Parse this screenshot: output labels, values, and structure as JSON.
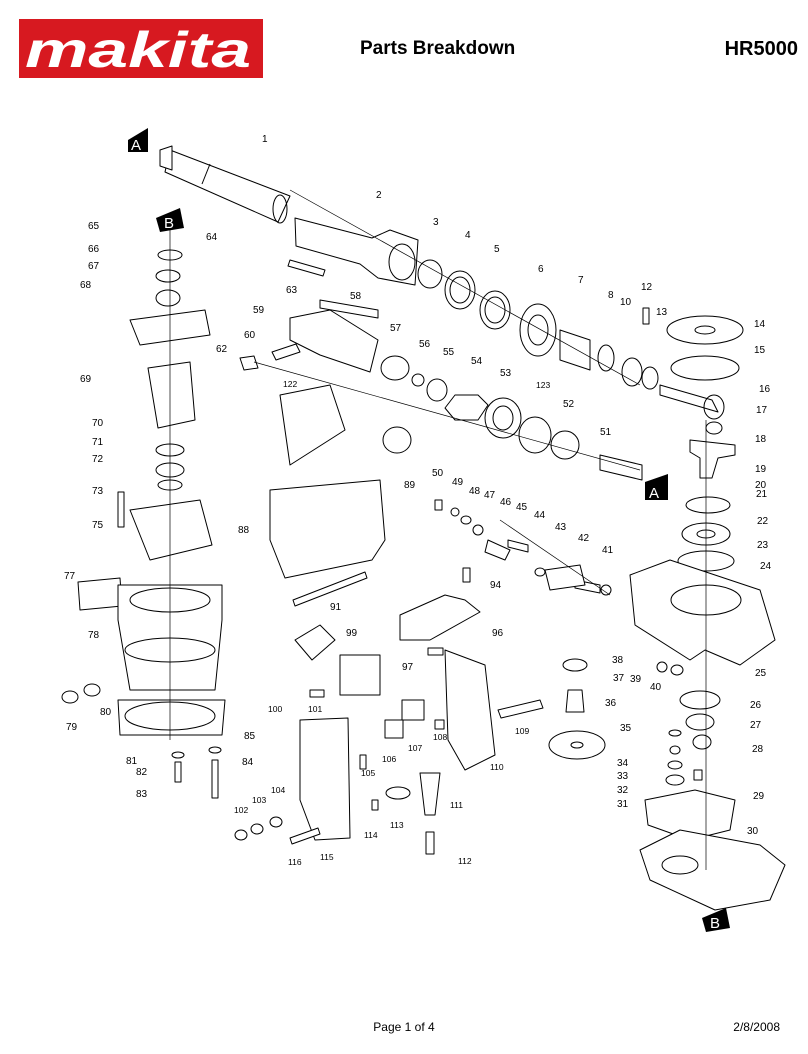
{
  "header": {
    "brand": "makita",
    "title": "Parts Breakdown",
    "model": "HR5000"
  },
  "brand_color": "#d71920",
  "footer": {
    "page": "Page 1 of 4",
    "date": "2/8/2008"
  },
  "markers": [
    "A",
    "B"
  ],
  "parts": [
    "1",
    "2",
    "3",
    "4",
    "5",
    "6",
    "7",
    "8",
    "10",
    "12",
    "13",
    "14",
    "15",
    "16",
    "17",
    "18",
    "19",
    "20",
    "21",
    "22",
    "23",
    "24",
    "25",
    "26",
    "27",
    "28",
    "29",
    "30",
    "31",
    "32",
    "33",
    "34",
    "35",
    "36",
    "37",
    "38",
    "39",
    "40",
    "41",
    "42",
    "43",
    "44",
    "45",
    "46",
    "47",
    "48",
    "49",
    "50",
    "51",
    "52",
    "53",
    "54",
    "55",
    "56",
    "57",
    "58",
    "59",
    "60",
    "62",
    "63",
    "64",
    "65",
    "66",
    "67",
    "68",
    "69",
    "70",
    "71",
    "72",
    "73",
    "75",
    "77",
    "78",
    "79",
    "80",
    "81",
    "82",
    "83",
    "84",
    "85",
    "88",
    "89",
    "91",
    "94",
    "96",
    "97",
    "99",
    "100",
    "101",
    "102",
    "103",
    "104",
    "105",
    "106",
    "107",
    "108",
    "109",
    "110",
    "111",
    "112",
    "113",
    "114",
    "115",
    "116",
    "122",
    "123"
  ]
}
